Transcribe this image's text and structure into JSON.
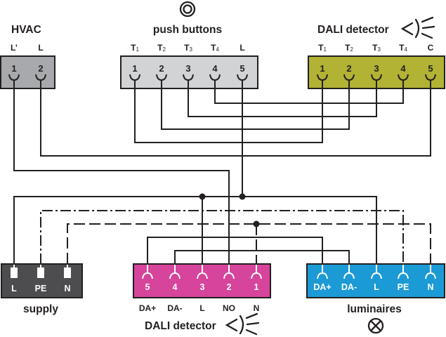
{
  "colors": {
    "wire": "#231f20",
    "hvac": "#a7a9ac",
    "push_buttons": "#d1d3d4",
    "dali_inputs": "#b2b234",
    "supply": "#4d4d4f",
    "dali_detector": "#d6449b",
    "luminaires": "#1c9ad6",
    "terminal_light": "#ffffff"
  },
  "top": {
    "hvac": {
      "title": "HVAC",
      "terminals": [
        {
          "number": "1",
          "label": "L’"
        },
        {
          "number": "2",
          "label": "L"
        }
      ]
    },
    "push_buttons": {
      "title": "push buttons",
      "icon": "push-button-icon",
      "terminals": [
        {
          "number": "1",
          "label": "T",
          "sub": "1"
        },
        {
          "number": "2",
          "label": "T",
          "sub": "2"
        },
        {
          "number": "3",
          "label": "T",
          "sub": "3"
        },
        {
          "number": "4",
          "label": "T",
          "sub": "4"
        },
        {
          "number": "5",
          "label": "L"
        }
      ]
    },
    "dali_inputs": {
      "title": "DALI detector",
      "icon": "detector-icon",
      "terminals": [
        {
          "number": "1",
          "label": "T",
          "sub": "1"
        },
        {
          "number": "2",
          "label": "T",
          "sub": "2"
        },
        {
          "number": "3",
          "label": "T",
          "sub": "3"
        },
        {
          "number": "4",
          "label": "T",
          "sub": "4"
        },
        {
          "number": "5",
          "label": "C"
        }
      ]
    }
  },
  "bottom": {
    "supply": {
      "title": "supply",
      "terminals": [
        {
          "label": "L"
        },
        {
          "label": "PE"
        },
        {
          "label": "N"
        }
      ]
    },
    "dali_detector": {
      "title": "DALI detector",
      "icon": "detector-icon",
      "terminals": [
        {
          "number": "5",
          "label": "DA+"
        },
        {
          "number": "4",
          "label": "DA-"
        },
        {
          "number": "3",
          "label": "L"
        },
        {
          "number": "2",
          "label": "NO"
        },
        {
          "number": "1",
          "label": "N"
        }
      ]
    },
    "luminaires": {
      "title": "luminaires",
      "icon": "lamp-icon",
      "terminals": [
        {
          "label": "DA+"
        },
        {
          "label": "DA-"
        },
        {
          "label": "L"
        },
        {
          "label": "PE"
        },
        {
          "label": "N"
        }
      ]
    }
  },
  "connections": [
    {
      "from": "push_buttons.T4",
      "to": "dali_inputs.T4",
      "style": "solid"
    },
    {
      "from": "push_buttons.T3",
      "to": "dali_inputs.T3",
      "style": "solid"
    },
    {
      "from": "push_buttons.T2",
      "to": "dali_inputs.T2",
      "style": "solid"
    },
    {
      "from": "push_buttons.T1",
      "to": "dali_inputs.T1",
      "style": "solid"
    },
    {
      "from": "hvac.L",
      "to": "dali_inputs.C",
      "style": "solid"
    },
    {
      "from": "hvac.L’",
      "to": "dali_detector.NO",
      "style": "solid"
    },
    {
      "from": "supply.L",
      "to": [
        "push_buttons.L",
        "dali_detector.L",
        "luminaires.L"
      ],
      "style": "solid"
    },
    {
      "from": "supply.PE",
      "to": "luminaires.PE",
      "style": "dash-dot"
    },
    {
      "from": "supply.N",
      "to": [
        "dali_detector.N",
        "luminaires.N"
      ],
      "style": "dashed"
    },
    {
      "from": "dali_detector.DA+",
      "to": "luminaires.DA+",
      "style": "solid"
    },
    {
      "from": "dali_detector.DA-",
      "to": "luminaires.DA-",
      "style": "solid"
    }
  ]
}
